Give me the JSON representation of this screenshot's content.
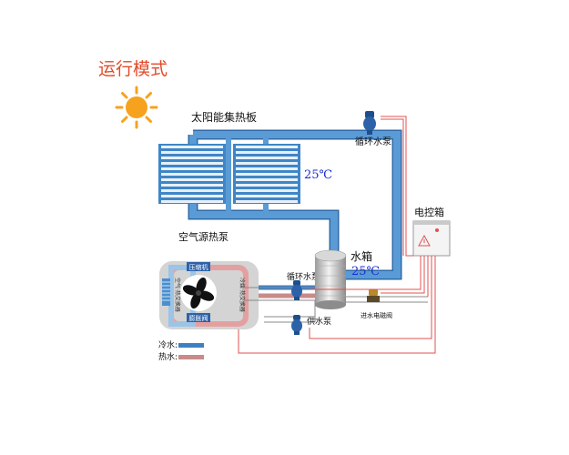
{
  "title": "运行模式",
  "labels": {
    "solar_collector": "太阳能集热板",
    "circulation_pump_top": "循环水泵",
    "collector_temp": "25℃",
    "control_box": "电控箱",
    "air_source_heat_pump": "空气源热泵",
    "water_tank": "水箱",
    "tank_temp": "25℃",
    "circulation_pump_tank": "循环水泵",
    "supply_pump": "供水泵",
    "inlet_valve": "进水电磁阀",
    "compressor": "压缩机",
    "expansion_valve": "膨胀阀",
    "evaporator": "空气·热交换器",
    "condenser": "冷媒·热交换器"
  },
  "legend": {
    "cold_label": "冷水:",
    "hot_label": "热水:",
    "cold_color": "#3f7fc1",
    "hot_color": "#c98a8a"
  },
  "colors": {
    "title": "#e24b2a",
    "sun": "#f6a21e",
    "pipe_fill": "#5b9bd5",
    "pipe_edge": "#2f6aa8",
    "panel": "#3f86c6",
    "signal_wire": "#e05050",
    "temp_text": "#1c2fd0"
  },
  "icons": [
    "sun-icon",
    "pump-icon",
    "fan-icon",
    "valve-icon",
    "warning-icon"
  ]
}
